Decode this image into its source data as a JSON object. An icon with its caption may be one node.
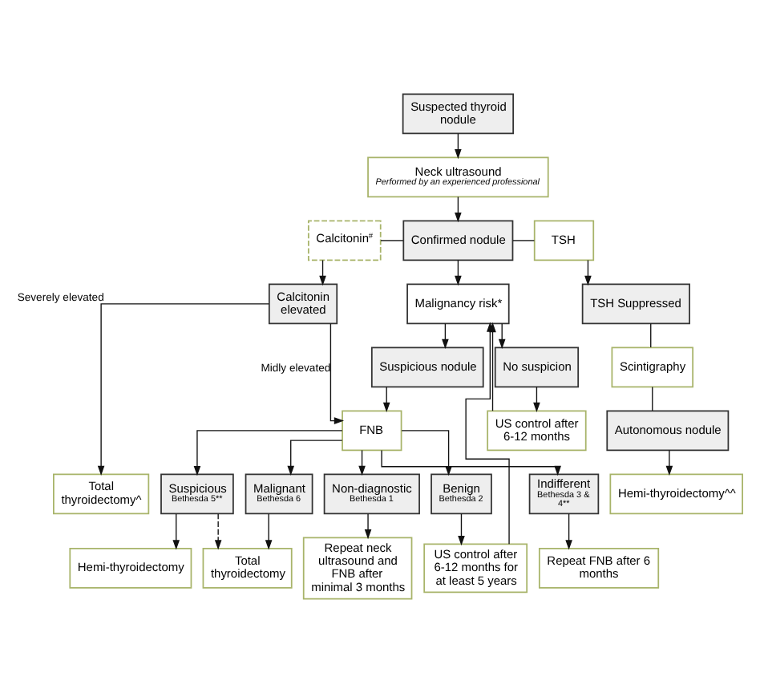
{
  "diagram": {
    "nodes": [
      {
        "text": [
          "Suspected thyroid nodule"
        ]
      },
      {
        "text": [
          "Neck ultrasound",
          "Performed by an experienced professional"
        ]
      },
      {
        "text": [
          "Confirmed nodule"
        ]
      },
      {
        "text": [
          "Calcitonin$^{#}$"
        ]
      },
      {
        "text": [
          "TSH"
        ]
      },
      {
        "text": [
          "Calcitonin elevated"
        ]
      },
      {
        "text": [
          "TSH Suppressed"
        ]
      },
      {
        "text": [
          "Malignancy risk*"
        ]
      },
      {
        "text": [
          "Scintigraphy"
        ]
      },
      {
        "text": [
          "Suspicious nodule"
        ]
      },
      {
        "text": [
          "No suspicion"
        ]
      },
      {
        "text": [
          "Autonomous nodule"
        ]
      },
      {
        "text": [
          "FNB"
        ]
      },
      {
        "text": [
          "US control after 6-12 months"
        ]
      },
      {
        "text": [
          "Total thyroidectomy^"
        ]
      },
      {
        "text": [
          "Hemi-thyroidectomy^^"
        ]
      },
      {
        "text": [
          "Non-diagnostic",
          "Bethesda 1"
        ]
      },
      {
        "text": [
          "Benign",
          "Bethesda 2"
        ]
      },
      {
        "text": [
          "Indifferent",
          "Bethesda 3 & 4**"
        ]
      },
      {
        "text": [
          "Suspicious",
          "Bethesda 5**"
        ]
      },
      {
        "text": [
          "Malignant",
          "Bethesda 6"
        ]
      },
      {
        "text": [
          "Repeat neck ultrasound and FNB after minimal 3 months"
        ]
      },
      {
        "text": [
          "US control after 6-12 months for at least 5 years"
        ]
      },
      {
        "text": [
          "Repeat FNB after 6 months"
        ]
      },
      {
        "text": [
          "Hemi-thyroidectomy"
        ]
      },
      {
        "text": [
          "Total thyroidectomy"
        ]
      }
    ],
    "edges": [
      {
        "from": 0,
        "to": 1,
        "arrow": "to"
      },
      {
        "from": 1,
        "to": 2,
        "arrow": "to"
      },
      {
        "from": 3,
        "to": 2,
        "arrow": "none"
      },
      {
        "from": 2,
        "to": 4,
        "arrow": "none"
      },
      {
        "from": 3,
        "to": 5,
        "arrow": "to"
      },
      {
        "from": 4,
        "to": 6,
        "arrow": "to"
      },
      {
        "from": 2,
        "to": 7,
        "arrow": "to"
      },
      {
        "from": 5,
        "to": 14,
        "arrow": "to",
        "label": "Severely elevated"
      },
      {
        "from": 5,
        "to": 12,
        "arrow": "to",
        "label": "Midly elevated"
      },
      {
        "from": 7,
        "to": 9,
        "arrow": "to"
      },
      {
        "from": 7,
        "to": 10,
        "arrow": "to"
      },
      {
        "from": 9,
        "to": 12,
        "arrow": "to"
      },
      {
        "from": 10,
        "to": 13,
        "arrow": "to"
      },
      {
        "from": 13,
        "to": 7,
        "arrow": "to"
      },
      {
        "from": 6,
        "to": 8,
        "arrow": "none"
      },
      {
        "from": 8,
        "to": 11,
        "arrow": "none"
      },
      {
        "from": 11,
        "to": 15,
        "arrow": "to"
      },
      {
        "from": 12,
        "to": 16,
        "arrow": "to"
      },
      {
        "from": 12,
        "to": 17,
        "arrow": "to"
      },
      {
        "from": 12,
        "to": 18,
        "arrow": "to"
      },
      {
        "from": 12,
        "to": 19,
        "arrow": "to"
      },
      {
        "from": 12,
        "to": 20,
        "arrow": "to"
      },
      {
        "from": 16,
        "to": 21,
        "arrow": "to"
      },
      {
        "from": 17,
        "to": 22,
        "arrow": "to"
      },
      {
        "from": 18,
        "to": 23,
        "arrow": "to"
      },
      {
        "from": 19,
        "to": 24,
        "arrow": "to"
      },
      {
        "from": 20,
        "to": 25,
        "arrow": "to"
      },
      {
        "from": 19,
        "to": 25,
        "arrow": "to",
        "style": "dashed"
      },
      {
        "from": 22,
        "to": 7,
        "arrow": "to"
      }
    ]
  }
}
